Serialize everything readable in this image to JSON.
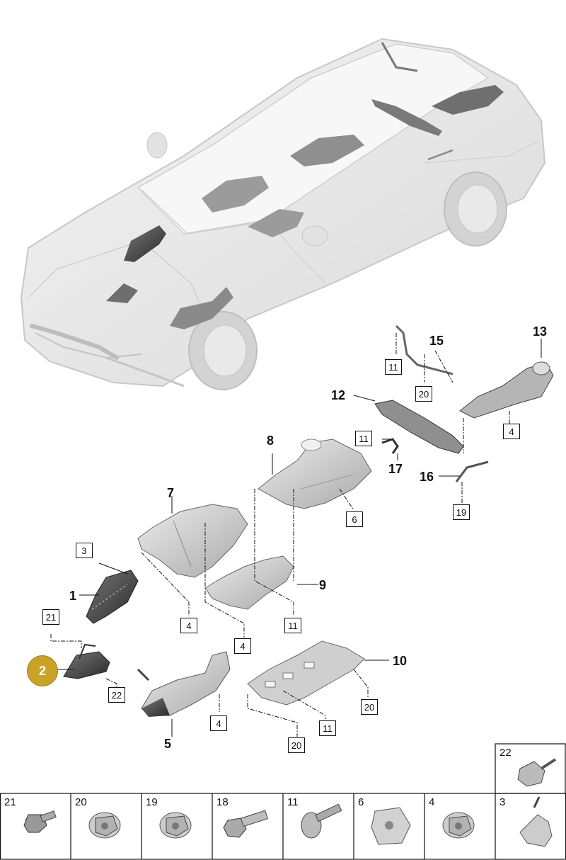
{
  "callouts": {
    "p1": "1",
    "p2": "2",
    "p5": "5",
    "p7": "7",
    "p8": "8",
    "p9": "9",
    "p10": "10",
    "p12": "12",
    "p13": "13",
    "p15": "15",
    "p16": "16",
    "p17": "17"
  },
  "boxes": {
    "b3": "3",
    "b21": "21",
    "b22": "22",
    "b4a": "4",
    "b4b": "4",
    "b4c": "4",
    "b4d": "4",
    "b11a": "11",
    "b11b": "11",
    "b11c": "11",
    "b11d": "11",
    "b6": "6",
    "b20a": "20",
    "b20b": "20",
    "b20c": "20",
    "b19": "19"
  },
  "hardware": [
    {
      "label": "21",
      "icon": "bolt-with-washer-icon"
    },
    {
      "label": "20",
      "icon": "flange-nut-icon"
    },
    {
      "label": "19",
      "icon": "flange-nut-icon"
    },
    {
      "label": "18",
      "icon": "hex-bolt-icon"
    },
    {
      "label": "11",
      "icon": "screw-icon"
    },
    {
      "label": "6",
      "icon": "speed-nut-icon"
    },
    {
      "label": "4",
      "icon": "flange-nut-icon"
    },
    {
      "label": "3",
      "icon": "clip-icon"
    }
  ],
  "hardware_extra": {
    "label": "22",
    "icon": "expanding-rivet-icon"
  }
}
